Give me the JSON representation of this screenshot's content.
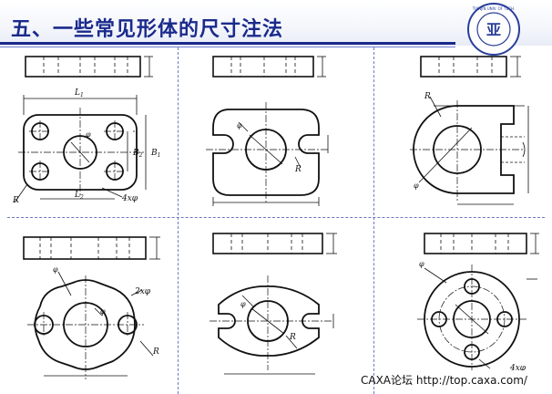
{
  "slide": {
    "title": "五、一些常见形体的尺寸注法",
    "watermark": "CAXA论坛 http://top.caxa.com/",
    "logo_text": "TIANJIN UNIVERSITY OF TECHNOLOGY"
  },
  "labels": {
    "L1": "L",
    "L1_sub": "1",
    "L2": "L",
    "L2_sub": "2",
    "B1": "B",
    "B1_sub": "1",
    "B2": "B",
    "B2_sub": "2",
    "R": "R",
    "phi": "φ",
    "four_phi": "4xφ",
    "two_phi": "2xφ"
  },
  "colors": {
    "title": "#1a2a8c",
    "rule": "#1a2a8c",
    "ink": "#111111"
  }
}
